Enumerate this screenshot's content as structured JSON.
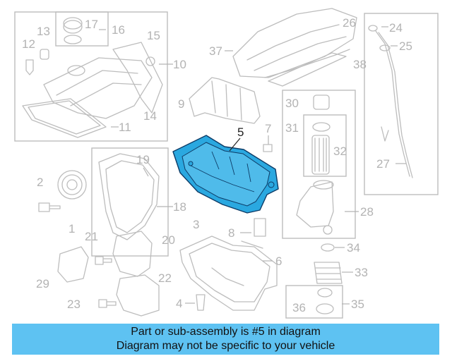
{
  "diagram": {
    "callouts": [
      {
        "id": "1",
        "text": "1"
      },
      {
        "id": "2",
        "text": "2"
      },
      {
        "id": "3",
        "text": "3"
      },
      {
        "id": "4",
        "text": "4"
      },
      {
        "id": "5",
        "text": "5"
      },
      {
        "id": "6",
        "text": "6"
      },
      {
        "id": "7",
        "text": "7"
      },
      {
        "id": "8",
        "text": "8"
      },
      {
        "id": "9",
        "text": "9"
      },
      {
        "id": "10",
        "text": "10"
      },
      {
        "id": "11",
        "text": "11"
      },
      {
        "id": "12",
        "text": "12"
      },
      {
        "id": "13",
        "text": "13"
      },
      {
        "id": "14",
        "text": "14"
      },
      {
        "id": "15",
        "text": "15"
      },
      {
        "id": "16",
        "text": "16"
      },
      {
        "id": "17",
        "text": "17"
      },
      {
        "id": "18",
        "text": "18"
      },
      {
        "id": "19",
        "text": "19"
      },
      {
        "id": "20",
        "text": "20"
      },
      {
        "id": "21",
        "text": "21"
      },
      {
        "id": "22",
        "text": "22"
      },
      {
        "id": "23",
        "text": "23"
      },
      {
        "id": "24",
        "text": "24"
      },
      {
        "id": "25",
        "text": "25"
      },
      {
        "id": "26",
        "text": "26"
      },
      {
        "id": "27",
        "text": "27"
      },
      {
        "id": "28",
        "text": "28"
      },
      {
        "id": "29",
        "text": "29"
      },
      {
        "id": "30",
        "text": "30"
      },
      {
        "id": "31",
        "text": "31"
      },
      {
        "id": "32",
        "text": "32"
      },
      {
        "id": "33",
        "text": "33"
      },
      {
        "id": "34",
        "text": "34"
      },
      {
        "id": "35",
        "text": "35"
      },
      {
        "id": "36",
        "text": "36"
      },
      {
        "id": "37",
        "text": "37"
      },
      {
        "id": "38",
        "text": "38"
      }
    ],
    "highlighted_part": "5",
    "colors": {
      "highlight_fill": "#2aa8e0",
      "highlight_stroke": "#0d3b66",
      "line_gray": "#bdbdbd",
      "banner": "#5ec2f2"
    }
  },
  "banner": {
    "line1": "Part or sub-assembly is #5 in diagram",
    "line2": "Diagram may not be specific to your vehicle"
  }
}
